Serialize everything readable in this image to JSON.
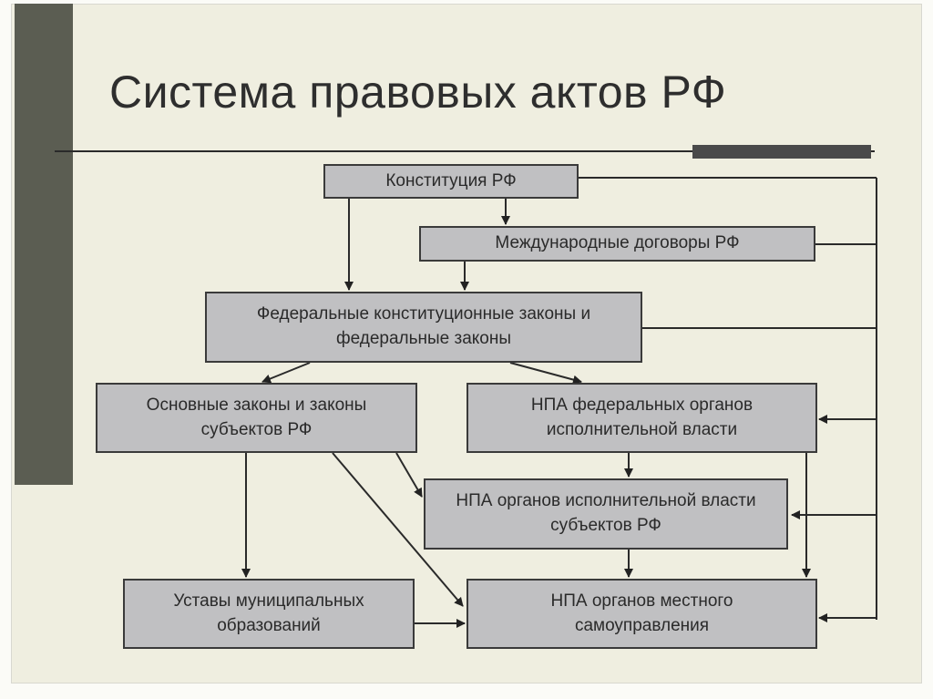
{
  "title": "Система правовых актов РФ",
  "nodes": {
    "constitution": "Конституция РФ",
    "international": "Международные договоры РФ",
    "federal_laws": "Федеральные конституционные законы и федеральные законы",
    "regional_laws": "Основные законы и законы субъектов РФ",
    "federal_executive": "НПА федеральных органов исполнительной власти",
    "regional_executive": "НПА органов исполнительной власти субъектов РФ",
    "municipal_charters": "Уставы муниципальных образований",
    "local_government": "НПА органов местного самоуправления"
  }
}
